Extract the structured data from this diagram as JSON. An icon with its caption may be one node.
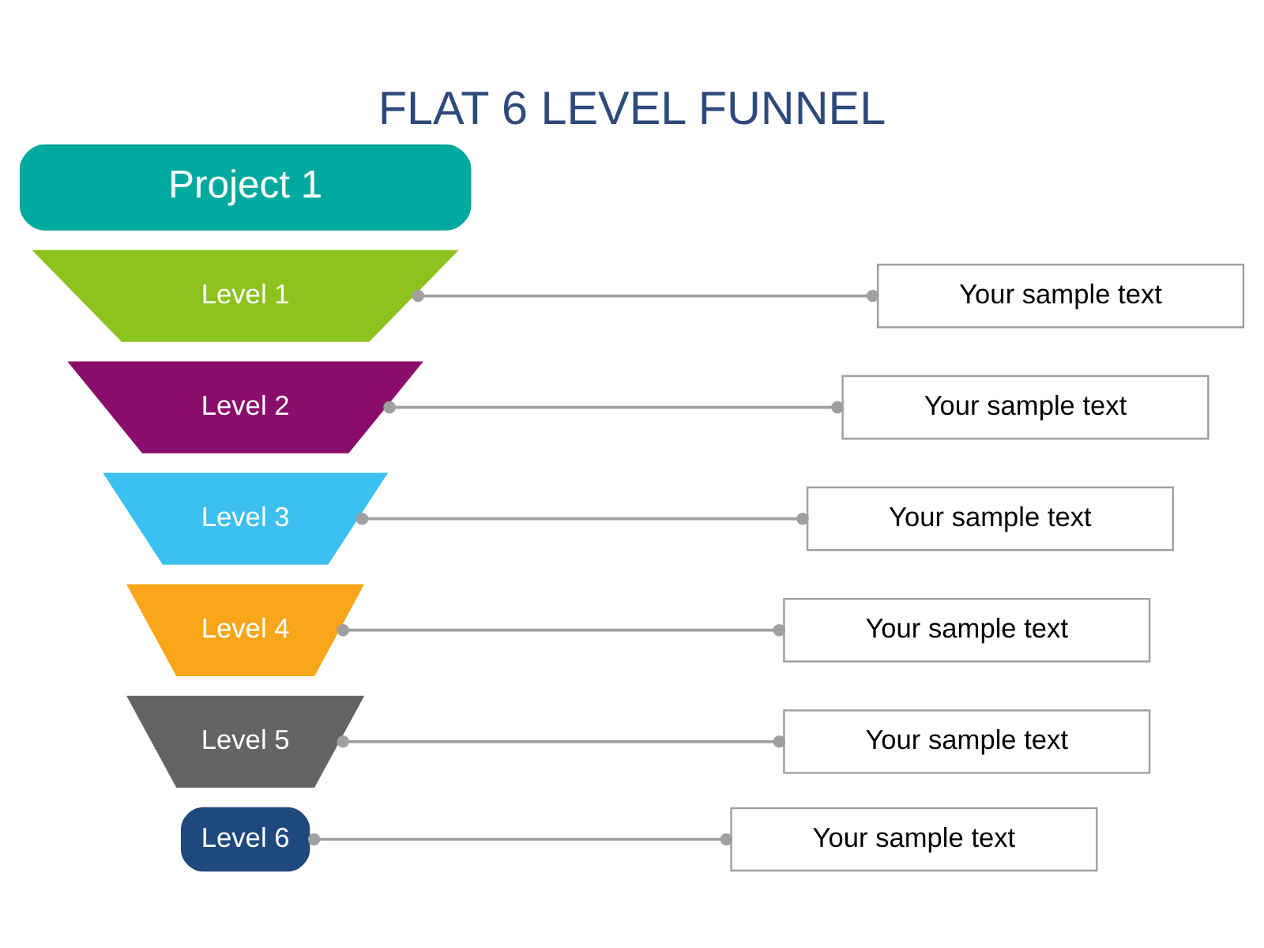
{
  "diagram": {
    "title": "FLAT 6 LEVEL FUNNEL",
    "nodes": [
      {
        "text": [
          "Project 1"
        ]
      },
      {
        "text": [
          "Level 1"
        ]
      },
      {
        "text": [
          "Level 2"
        ]
      },
      {
        "text": [
          "Level 3"
        ]
      },
      {
        "text": [
          "Level 4"
        ]
      },
      {
        "text": [
          "Level 5"
        ]
      },
      {
        "text": [
          "Level 6"
        ]
      },
      {
        "text": [
          "Your sample text"
        ]
      },
      {
        "text": [
          "Your sample text"
        ]
      },
      {
        "text": [
          "Your sample text"
        ]
      },
      {
        "text": [
          "Your sample text"
        ]
      },
      {
        "text": [
          "Your sample text"
        ]
      },
      {
        "text": [
          "Your sample text"
        ]
      }
    ],
    "edges": [
      {
        "from": 1,
        "to": 7,
        "arrow": "other"
      },
      {
        "from": 2,
        "to": 8,
        "arrow": "other"
      },
      {
        "from": 3,
        "to": 9,
        "arrow": "other"
      },
      {
        "from": 4,
        "to": 10,
        "arrow": "other"
      },
      {
        "from": 5,
        "to": 11,
        "arrow": "other"
      },
      {
        "from": 6,
        "to": 12,
        "arrow": "other"
      }
    ]
  }
}
